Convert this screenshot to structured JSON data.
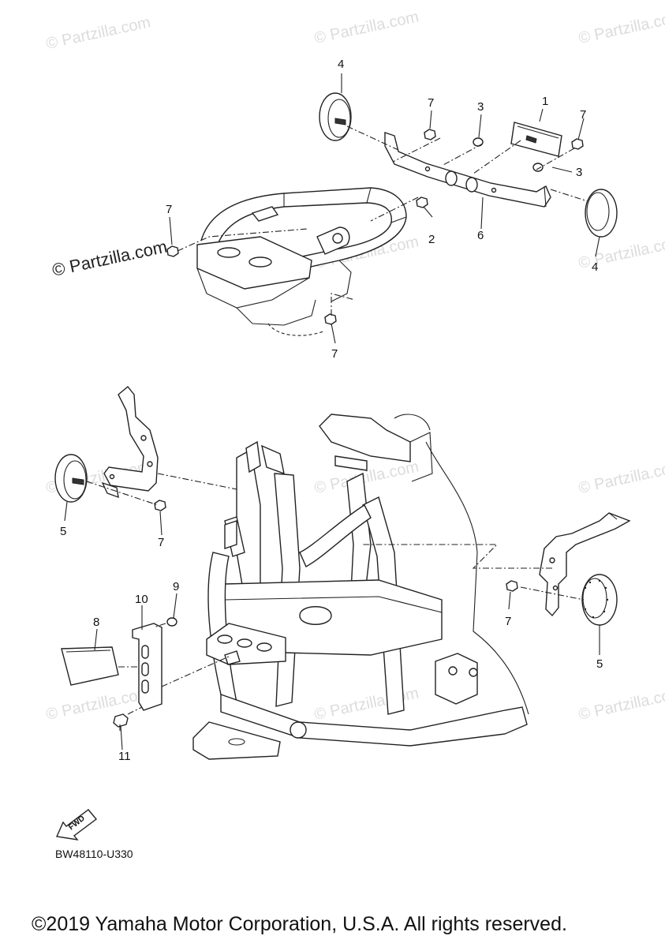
{
  "watermark": {
    "text": "© Partzilla.com"
  },
  "callouts": {
    "c1": "1",
    "c2": "2",
    "c3a": "3",
    "c3b": "3",
    "c4a": "4",
    "c4b": "4",
    "c5a": "5",
    "c5b": "5",
    "c6": "6",
    "c7a": "7",
    "c7b": "7",
    "c7c": "7",
    "c7d": "7",
    "c7e": "7",
    "c7f": "7",
    "c8": "8",
    "c9": "9",
    "c10": "10",
    "c11": "11"
  },
  "fwd_label": "FWD",
  "diagram_code": "BW48110-U330",
  "copyright": "©2019 Yamaha Motor Corporation, U.S.A. All rights reserved."
}
